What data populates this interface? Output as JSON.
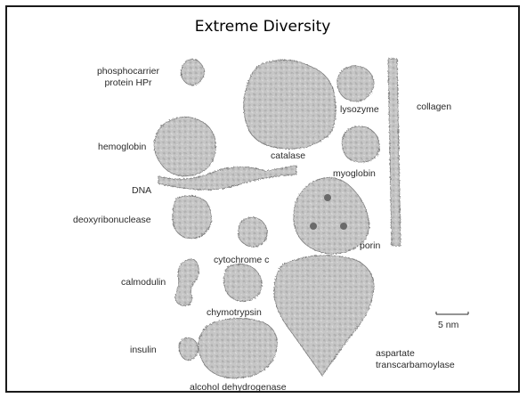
{
  "slide": {
    "title": "Extreme Diversity"
  },
  "labels": {
    "hpr_line1": "phosphocarrier",
    "hpr_line2": "protein HPr",
    "hemoglobin": "hemoglobin",
    "catalase": "catalase",
    "lysozyme": "lysozyme",
    "collagen": "collagen",
    "myoglobin": "myoglobin",
    "dna": "DNA",
    "deoxyribonuclease": "deoxyribonuclease",
    "cytochrome_c": "cytochrome c",
    "porin": "porin",
    "calmodulin": "calmodulin",
    "chymotrypsin": "chymotrypsin",
    "scale_bar": "5 nm",
    "insulin": "insulin",
    "aspartate_line1": "aspartate",
    "aspartate_line2": "transcarbamoylase",
    "alcohol_dehydrogenase": "alcohol dehydrogenase"
  },
  "colors": {
    "protein_fill": "#c4c4c4",
    "protein_stroke": "#7a7a7a",
    "text": "#2a2a2a"
  }
}
